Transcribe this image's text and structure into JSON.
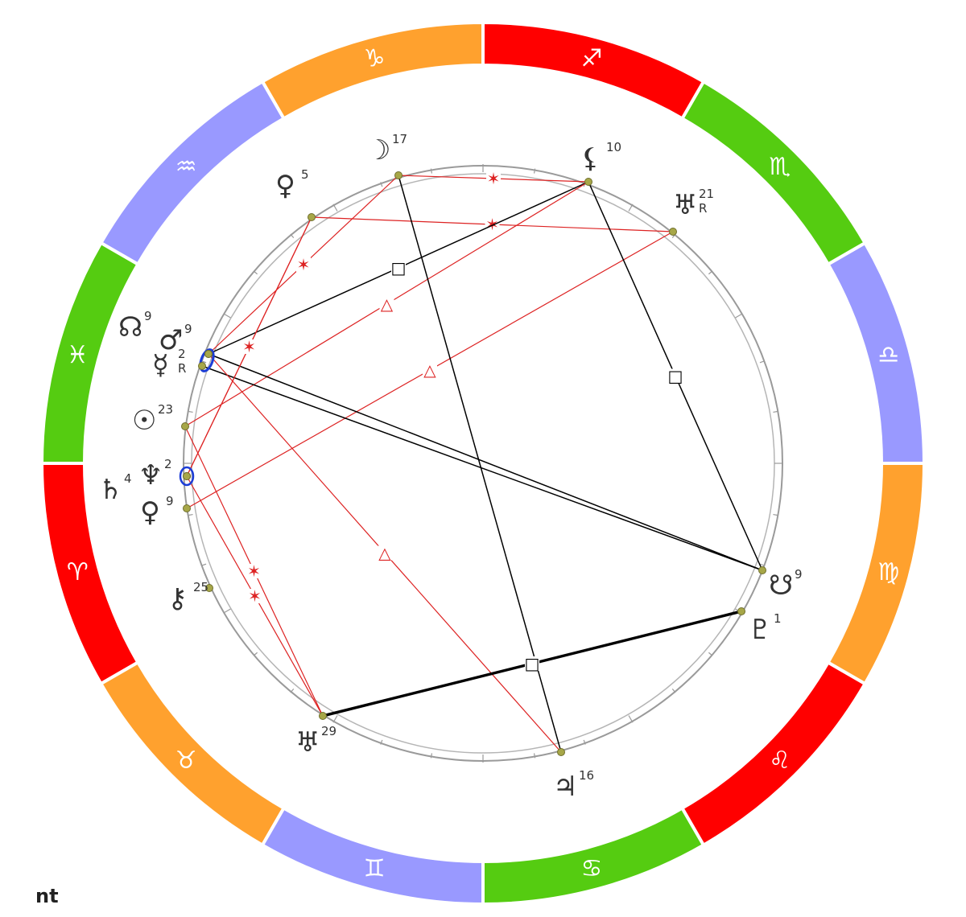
{
  "footer": {
    "label": "nt"
  },
  "colors": {
    "fire": "#ff0000",
    "earth": "#ffa12e",
    "air": "#9999ff",
    "water": "#55cc11",
    "major_aspect": "#000000",
    "minor_aspect": "#dd2222",
    "planet_dot": "#a7a748",
    "highlight_ring": "#1c3dd6"
  },
  "zodiac": [
    {
      "sign": "Aries",
      "glyph": "♈",
      "element": "fire"
    },
    {
      "sign": "Taurus",
      "glyph": "♉",
      "element": "earth"
    },
    {
      "sign": "Gemini",
      "glyph": "♊",
      "element": "air"
    },
    {
      "sign": "Cancer",
      "glyph": "♋",
      "element": "water"
    },
    {
      "sign": "Leo",
      "glyph": "♌",
      "element": "fire"
    },
    {
      "sign": "Virgo",
      "glyph": "♍",
      "element": "earth"
    },
    {
      "sign": "Libra",
      "glyph": "♎",
      "element": "air"
    },
    {
      "sign": "Scorpio",
      "glyph": "♏",
      "element": "water"
    },
    {
      "sign": "Sagittarius",
      "glyph": "♐",
      "element": "fire"
    },
    {
      "sign": "Capricorn",
      "glyph": "♑",
      "element": "earth"
    },
    {
      "sign": "Aquarius",
      "glyph": "♒",
      "element": "air"
    },
    {
      "sign": "Pisces",
      "glyph": "♓",
      "element": "water"
    }
  ],
  "planets": [
    {
      "id": "moon",
      "name": "Moon",
      "glyph": "☽",
      "degree": "17",
      "retro": ""
    },
    {
      "id": "lilith",
      "name": "Lilith",
      "glyph": "⚸",
      "degree": "10",
      "retro": ""
    },
    {
      "id": "uranus",
      "name": "Uranus",
      "glyph": "♅",
      "degree": "21",
      "retro": "R"
    },
    {
      "id": "venus5",
      "name": "Venus",
      "glyph": "♀",
      "degree": "5",
      "retro": ""
    },
    {
      "id": "node",
      "name": "North Node",
      "glyph": "☊",
      "degree": "9",
      "retro": ""
    },
    {
      "id": "mars",
      "name": "Mars",
      "glyph": "♂",
      "degree": "9",
      "retro": ""
    },
    {
      "id": "mercury",
      "name": "Mercury",
      "glyph": "☿",
      "degree": "2",
      "retro": "R"
    },
    {
      "id": "sun",
      "name": "Sun",
      "glyph": "☉",
      "degree": "23",
      "retro": ""
    },
    {
      "id": "saturn",
      "name": "Saturn",
      "glyph": "♄",
      "degree": "4",
      "retro": ""
    },
    {
      "id": "neptune",
      "name": "Neptune",
      "glyph": "♆",
      "degree": "2",
      "retro": ""
    },
    {
      "id": "venus9",
      "name": "Venus",
      "glyph": "♀",
      "degree": "9",
      "retro": ""
    },
    {
      "id": "chiron",
      "name": "Chiron",
      "glyph": "⚷",
      "degree": "25",
      "retro": ""
    },
    {
      "id": "sheep",
      "name": "South Node",
      "glyph": "☋",
      "degree": "9",
      "retro": ""
    },
    {
      "id": "pluto",
      "name": "Pluto",
      "glyph": "♇",
      "degree": "1",
      "retro": ""
    },
    {
      "id": "uranus29",
      "name": "Uranus",
      "glyph": "♅",
      "degree": "29",
      "retro": ""
    },
    {
      "id": "jupiter",
      "name": "Jupiter",
      "glyph": "♃",
      "degree": "16",
      "retro": ""
    }
  ],
  "aspects": [
    {
      "from": "moon",
      "to": "lilith",
      "type": "sextile",
      "symbol": "✶"
    },
    {
      "from": "venus5",
      "to": "uranus",
      "type": "sextile",
      "symbol": "✶"
    },
    {
      "from": "lilith",
      "to": "mars",
      "type": "square",
      "symbol": "□"
    },
    {
      "from": "lilith",
      "to": "sun",
      "type": "trine",
      "symbol": "△"
    },
    {
      "from": "uranus",
      "to": "venus9",
      "type": "trine",
      "symbol": "△"
    },
    {
      "from": "moon",
      "to": "jupiter",
      "type": "opposition",
      "symbol": ""
    },
    {
      "from": "lilith",
      "to": "sheep",
      "type": "square",
      "symbol": "□"
    },
    {
      "from": "mars",
      "to": "sheep",
      "type": "opposition",
      "symbol": ""
    },
    {
      "from": "mercury",
      "to": "sheep",
      "type": "opposition",
      "symbol": ""
    },
    {
      "from": "mars",
      "to": "jupiter",
      "type": "trine",
      "symbol": "△"
    },
    {
      "from": "uranus29",
      "to": "pluto",
      "type": "square",
      "symbol": "□"
    },
    {
      "from": "moon",
      "to": "mars",
      "type": "sextile",
      "symbol": "✶"
    },
    {
      "from": "venus5",
      "to": "saturn",
      "type": "sextile",
      "symbol": "✶"
    },
    {
      "from": "venus5",
      "to": "neptune",
      "type": "sextile",
      "symbol": "✶"
    },
    {
      "from": "sun",
      "to": "uranus29",
      "type": "sextile",
      "symbol": "✶"
    },
    {
      "from": "neptune",
      "to": "uranus29",
      "type": "sextile",
      "symbol": "✶"
    }
  ]
}
